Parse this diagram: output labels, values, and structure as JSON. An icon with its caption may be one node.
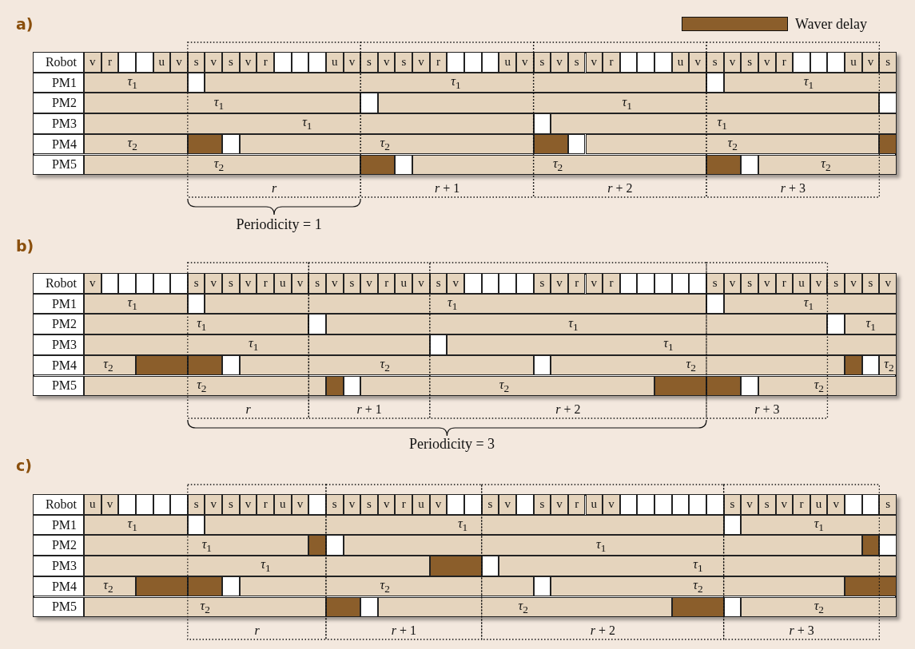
{
  "diagram": {
    "labels": [
      "a)",
      "Robot",
      "v",
      "r",
      "u",
      "v",
      "s",
      "v",
      "s",
      "v",
      "r",
      "u",
      "v",
      "s",
      "v",
      "s",
      "v",
      "r",
      "u",
      "v",
      "s",
      "v",
      "s",
      "v",
      "r",
      "u",
      "v",
      "s",
      "v",
      "s",
      "v",
      "r",
      "u",
      "v",
      "s",
      "PM1",
      "*τ*$_{1}$",
      "*τ*$_{1}$",
      "*τ*$_{1}$",
      "PM2",
      "*τ*$_{1}$",
      "*τ*$_{1}$",
      "PM3",
      "*τ*$_{1}$",
      "*τ*$_{1}$",
      "PM4",
      "*τ*$_{2}$",
      "*τ*$_{2}$",
      "*τ*$_{2}$",
      "PM5",
      "*τ*$_{2}$",
      "*τ*$_{2}$",
      "*τ*$_{2}$",
      "r",
      "*r* + 1",
      "*r* + 2",
      "*r* + 3",
      "Periodicity = 1",
      "b)",
      "Robot",
      "v",
      "s",
      "v",
      "s",
      "v",
      "r",
      "u",
      "v",
      "s",
      "v",
      "s",
      "v",
      "r",
      "u",
      "v",
      "s",
      "v",
      "s",
      "v",
      "r",
      "v",
      "r",
      "s",
      "v",
      "s",
      "v",
      "r",
      "u",
      "v",
      "s",
      "v",
      "s",
      "v",
      "PM1",
      "*τ*$_{1}$",
      "*τ*$_{1}$",
      "*τ*$_{1}$",
      "PM2",
      "*τ*$_{1}$",
      "*τ*$_{1}$",
      "*τ*$_{1}$",
      "PM3",
      "*τ*$_{1}$",
      "*τ*$_{1}$",
      "PM4",
      "*τ*$_{2}$",
      "*τ*$_{2}$",
      "*τ*$_{2}$",
      "*τ*$_{2}$",
      "PM5",
      "*τ*$_{2}$",
      "*τ*$_{2}$",
      "*τ*$_{2}$",
      "r",
      "*r* + 1",
      "*r* + 2",
      "*r* + 3",
      "Periodicity = 3",
      "c)",
      "Robot",
      "u",
      "v",
      "s",
      "v",
      "s",
      "v",
      "r",
      "u",
      "v",
      "s",
      "v",
      "s",
      "v",
      "r",
      "u",
      "v",
      "s",
      "v",
      "s",
      "v",
      "r",
      "u",
      "v",
      "s",
      "v",
      "s",
      "v",
      "r",
      "u",
      "v",
      "s",
      "PM1",
      "*τ*$_{1}$",
      "*τ*$_{1}$",
      "*τ*$_{1}$",
      "PM2",
      "*τ*$_{1}$",
      "*τ*$_{1}$",
      "PM3",
      "*τ*$_{1}$",
      "*τ*$_{1}$",
      "PM4",
      "*τ*$_{2}$",
      "*τ*$_{2}$",
      "*τ*$_{2}$",
      "PM5",
      "*τ*$_{2}$",
      "*τ*$_{2}$",
      "*τ*$_{2}$",
      "r",
      "*r* + 1",
      "*r* + 2",
      "*r* + 3"
    ],
    "legend": [
      {
        "text": "Waver delay",
        "color": "#8b5e2b"
      }
    ]
  }
}
